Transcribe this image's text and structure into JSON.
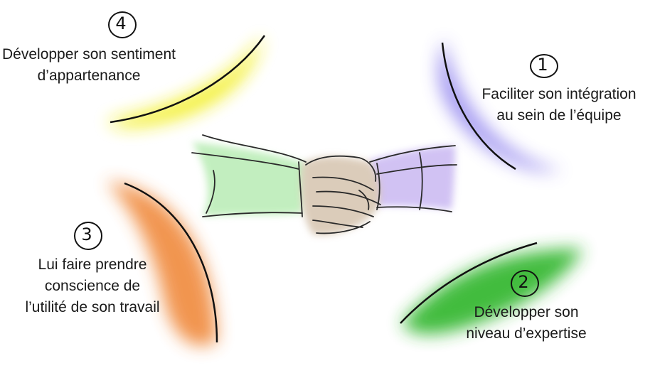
{
  "colors": {
    "yellow": "#f2ee1c",
    "purple": "#9a8ef0",
    "orange": "#f08a3c",
    "green": "#2fb52a",
    "left_sleeve": "#b8ecb4",
    "right_sleeve": "#c9b8f2",
    "hands": "#d8c7b3"
  },
  "items": [
    {
      "number": "4",
      "lines": [
        "Développer son sentiment",
        "d’appartenance"
      ]
    },
    {
      "number": "1",
      "lines": [
        "Faciliter son intégration",
        "au sein de l’équipe"
      ]
    },
    {
      "number": "3",
      "lines": [
        "Lui faire prendre",
        "conscience de",
        "l’utilité de son travail"
      ]
    },
    {
      "number": "2",
      "lines": [
        "Développer son",
        "niveau d’expertise"
      ]
    }
  ]
}
